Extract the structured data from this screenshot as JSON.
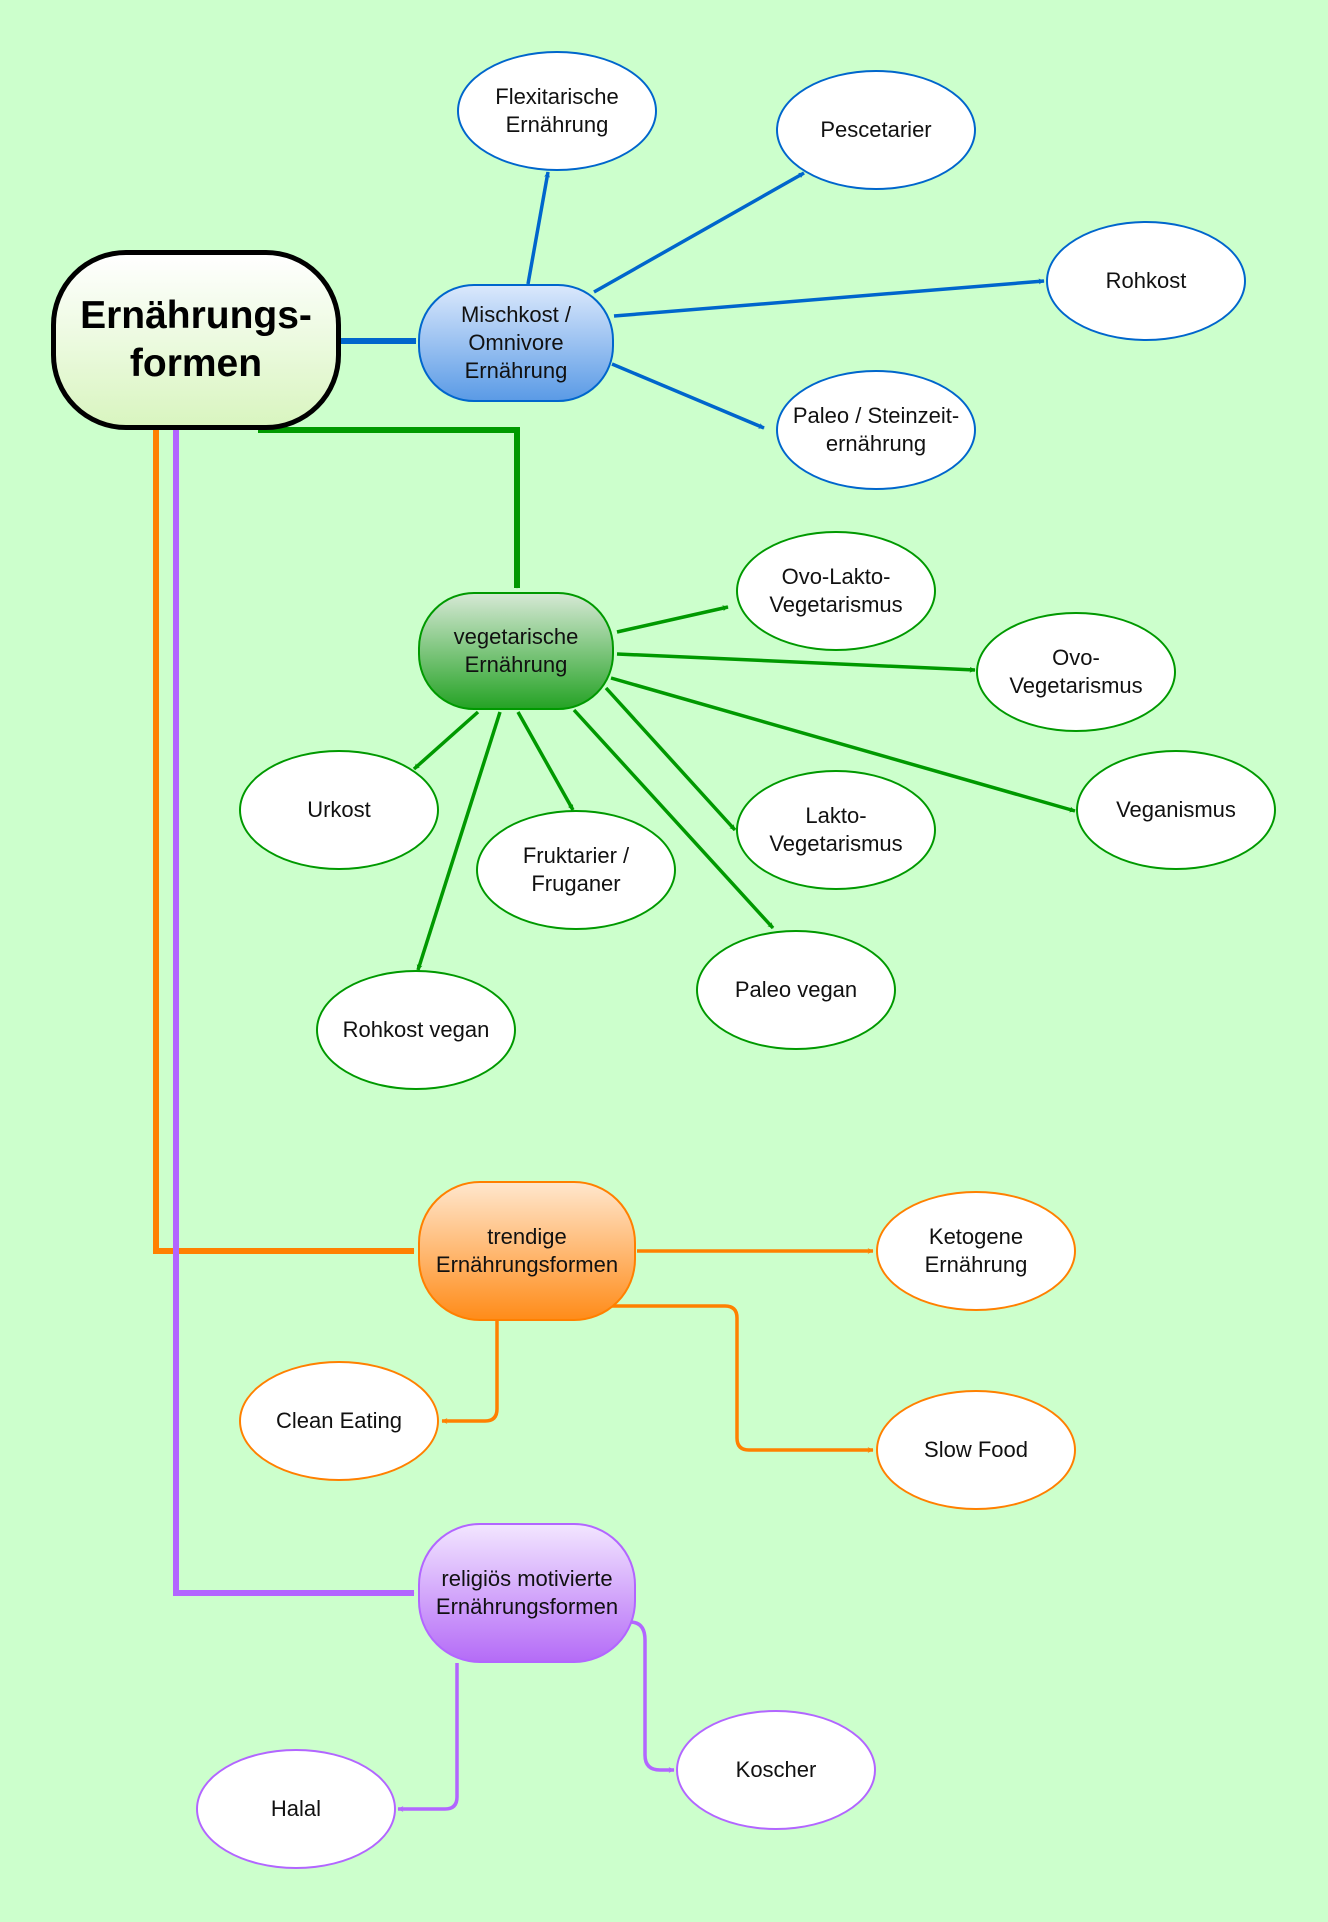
{
  "diagram": {
    "root": "Ernährungs-\nformen",
    "groups": [
      {
        "key": "mischkost",
        "label": "Mischkost /\nOmnivore\nErnährung",
        "color": "#0066cc",
        "children": [
          "Flexitarische\nErnährung",
          "Pescetarier",
          "Rohkost",
          "Paleo / Steinzeit-\nernährung"
        ]
      },
      {
        "key": "vegetarisch",
        "label": "vegetarische\nErnährung",
        "color": "#009900",
        "children": [
          "Ovo-Lakto-\nVegetarismus",
          "Ovo-\nVegetarismus",
          "Veganismus",
          "Lakto-\nVegetarismus",
          "Paleo vegan",
          "Fruktarier /\nFruganer",
          "Urkost",
          "Rohkost vegan"
        ]
      },
      {
        "key": "trendig",
        "label": "trendige\nErnährungsformen",
        "color": "#ff8000",
        "children": [
          "Ketogene\nErnährung",
          "Clean Eating",
          "Slow Food"
        ]
      },
      {
        "key": "religioes",
        "label": "religiös motivierte\nErnährungsformen",
        "color": "#b266ff",
        "children": [
          "Halal",
          "Koscher"
        ]
      }
    ]
  }
}
